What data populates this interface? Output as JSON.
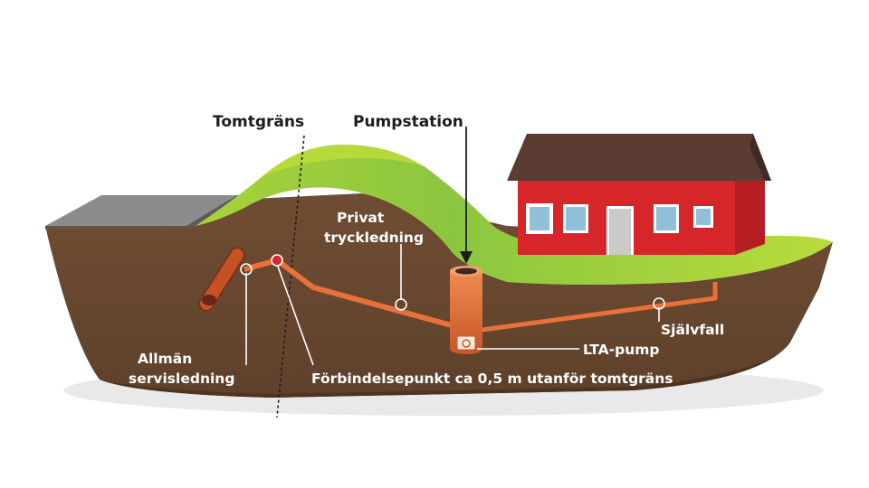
{
  "labels": {
    "tomtgrans": "Tomtgräns",
    "pumpstation": "Pumpstation",
    "privat_line1": "Privat",
    "privat_line2": "tryckledning",
    "sjalvfall": "Självfall",
    "lta_pump": "LTA-pump",
    "allman_line1": "Allmän",
    "allman_line2": "servisledning",
    "forbindelsepunkt": "Förbindelsepunkt ca 0,5 m utanför tomtgräns"
  },
  "colors": {
    "soil": "#6b4a31",
    "soil_dark": "#563a25",
    "grass": "#8cc63f",
    "grass_light": "#c2e03a",
    "pipe": "#e8703a",
    "house_red": "#d7262a",
    "roof": "#5a3c33",
    "road": "#8c8c8c"
  }
}
